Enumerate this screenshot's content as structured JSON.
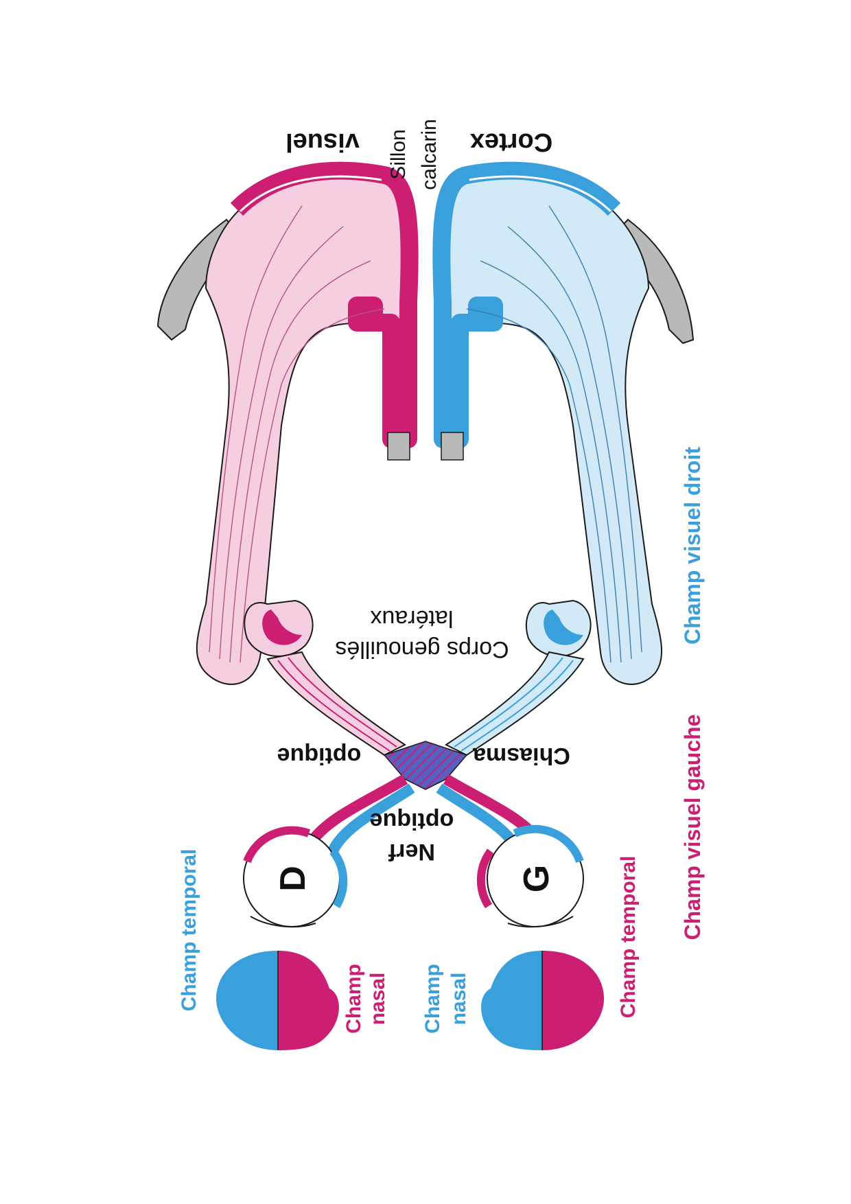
{
  "colors": {
    "left_field": "#cc1f73",
    "right_field": "#3aa0dc",
    "left_field_light": "#f5cfe1",
    "right_field_light": "#d2e9f7",
    "gray_matter": "#b9b9b9",
    "outline": "#1a1a1a"
  },
  "labels": {
    "cortex": "Cortex",
    "visuel": "visuel",
    "sillon": "Sillon",
    "calcarin": "calcarin",
    "corps_genouilles": "Corps genouillés",
    "lateraux": "latéraux",
    "chiasma": "Chiasma",
    "optique_chiasma": "optique",
    "nerf": "Nerf",
    "optique_nerf": "optique",
    "eye_right": "D",
    "eye_left": "G",
    "champ_temporal_top": "Champ temporal",
    "champ_top": "Champ",
    "nasal_top": "nasal",
    "champ_bottom": "Champ",
    "nasal_bottom": "nasal",
    "champ_temporal_bottom": "Champ temporal"
  },
  "legend": {
    "right_field": "Champ visuel droit",
    "left_field": "Champ visuel gauche"
  },
  "icons": {
    "eye": "eyeball-icon",
    "visual_field": "half-disc-icon"
  }
}
